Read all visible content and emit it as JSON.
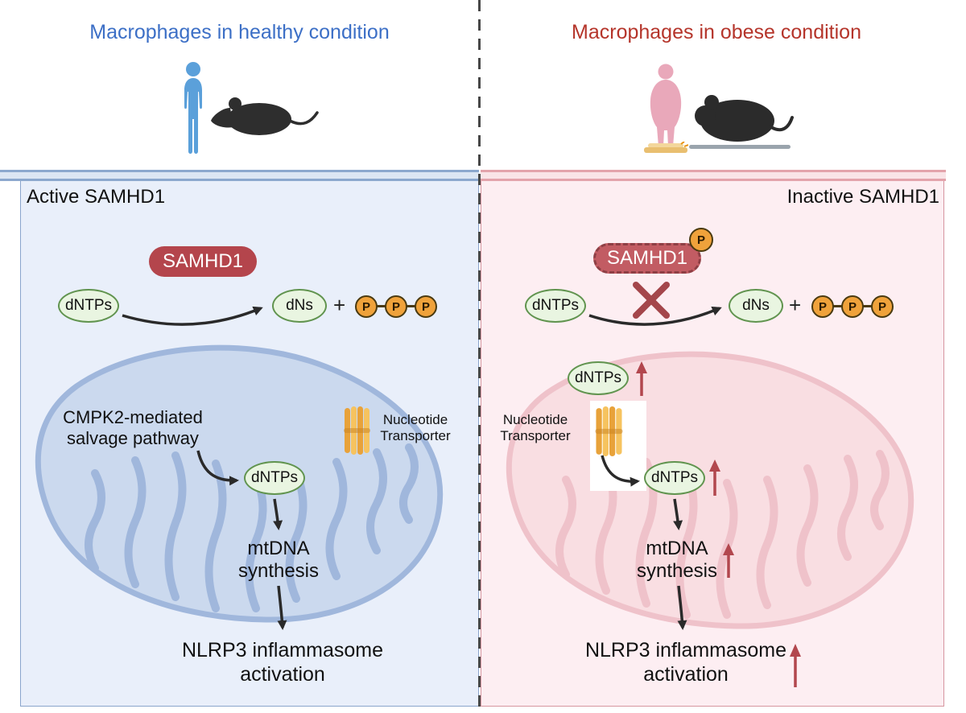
{
  "header": {
    "left_title": "Macrophages in healthy condition",
    "right_title": "Macrophages in obese condition"
  },
  "shared": {
    "samhd1": "SAMHD1",
    "dntps": "dNTPs",
    "dns": "dNs",
    "plus": "+",
    "phosphate": "P",
    "transporter": "Nucleotide Transporter",
    "mtdna": "mtDNA synthesis",
    "nlrp3": "NLRP3 inflammasome activation"
  },
  "left": {
    "state": "Active SAMHD1",
    "pathway": "CMPK2-mediated salvage pathway"
  },
  "right": {
    "state": "Inactive SAMHD1"
  },
  "icons": {
    "header_left": [
      "healthy-person-icon",
      "mouse-icon"
    ],
    "header_right": [
      "obese-person-icon",
      "weighing-scale-icon",
      "obese-mouse-icon"
    ],
    "diagram": [
      "mitochondrion-left",
      "mitochondrion-right",
      "nucleotide-transporter-icon",
      "blocked-cross-icon",
      "increase-arrow-icon",
      "phosphate-badge"
    ]
  },
  "colors": {
    "healthy_accent": "#3c6fc6",
    "obese_accent": "#b5352b",
    "left_panel_bg": "#e9effa",
    "right_panel_bg": "#fdeef2",
    "samhd1_pill_active": "#b4454c",
    "samhd1_pill_inactive": "#c25c63",
    "metabolite_fill": "#e9f5e1",
    "metabolite_border": "#61944f",
    "phosphate_fill": "#efa23b",
    "mitochondrion_left_fill": "#cbd9ee",
    "mitochondrion_left_line": "#a0b7dc",
    "mitochondrion_right_fill": "#f9dee2",
    "mitochondrion_right_line": "#efc2ca",
    "increase_arrow": "#b2474e",
    "blocked_cross": "#a4464b"
  }
}
